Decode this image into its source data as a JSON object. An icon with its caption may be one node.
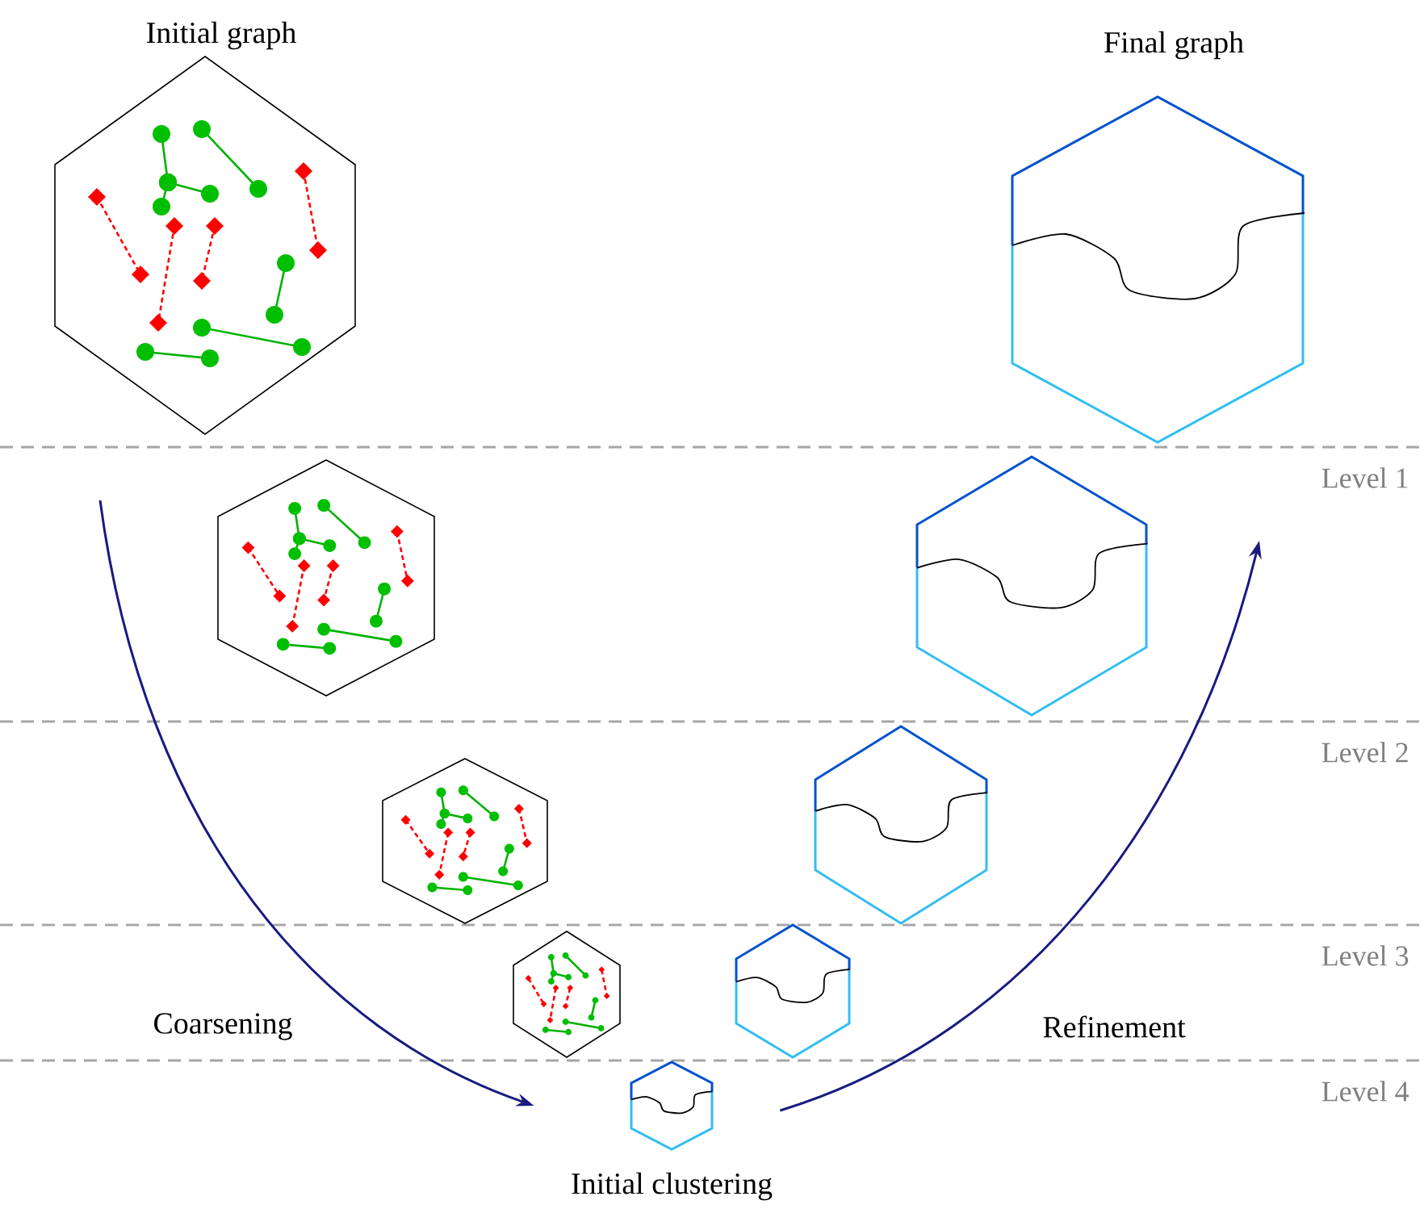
{
  "diagram": {
    "nodes": [
      {
        "text": [
          "Initial graph"
        ]
      },
      {
        "text": [
          "Final graph"
        ]
      },
      {
        "text": [],
        "shape": "picture"
      },
      {
        "text": [],
        "shape": "picture"
      },
      {
        "text": [],
        "shape": "picture"
      },
      {
        "text": [],
        "shape": "picture"
      },
      {
        "text": [],
        "shape": "picture"
      },
      {
        "text": [],
        "shape": "picture"
      },
      {
        "text": [
          "Initial clustering"
        ]
      }
    ],
    "edges": [
      {
        "from": null,
        "to": 8,
        "arrow": "to",
        "label": "Coarsening"
      },
      {
        "from": 8,
        "to": null,
        "arrow": "to",
        "label": "Refinement"
      }
    ],
    "labels": [
      "Level 1",
      "Level 2",
      "Level 3",
      "Level 4"
    ]
  }
}
